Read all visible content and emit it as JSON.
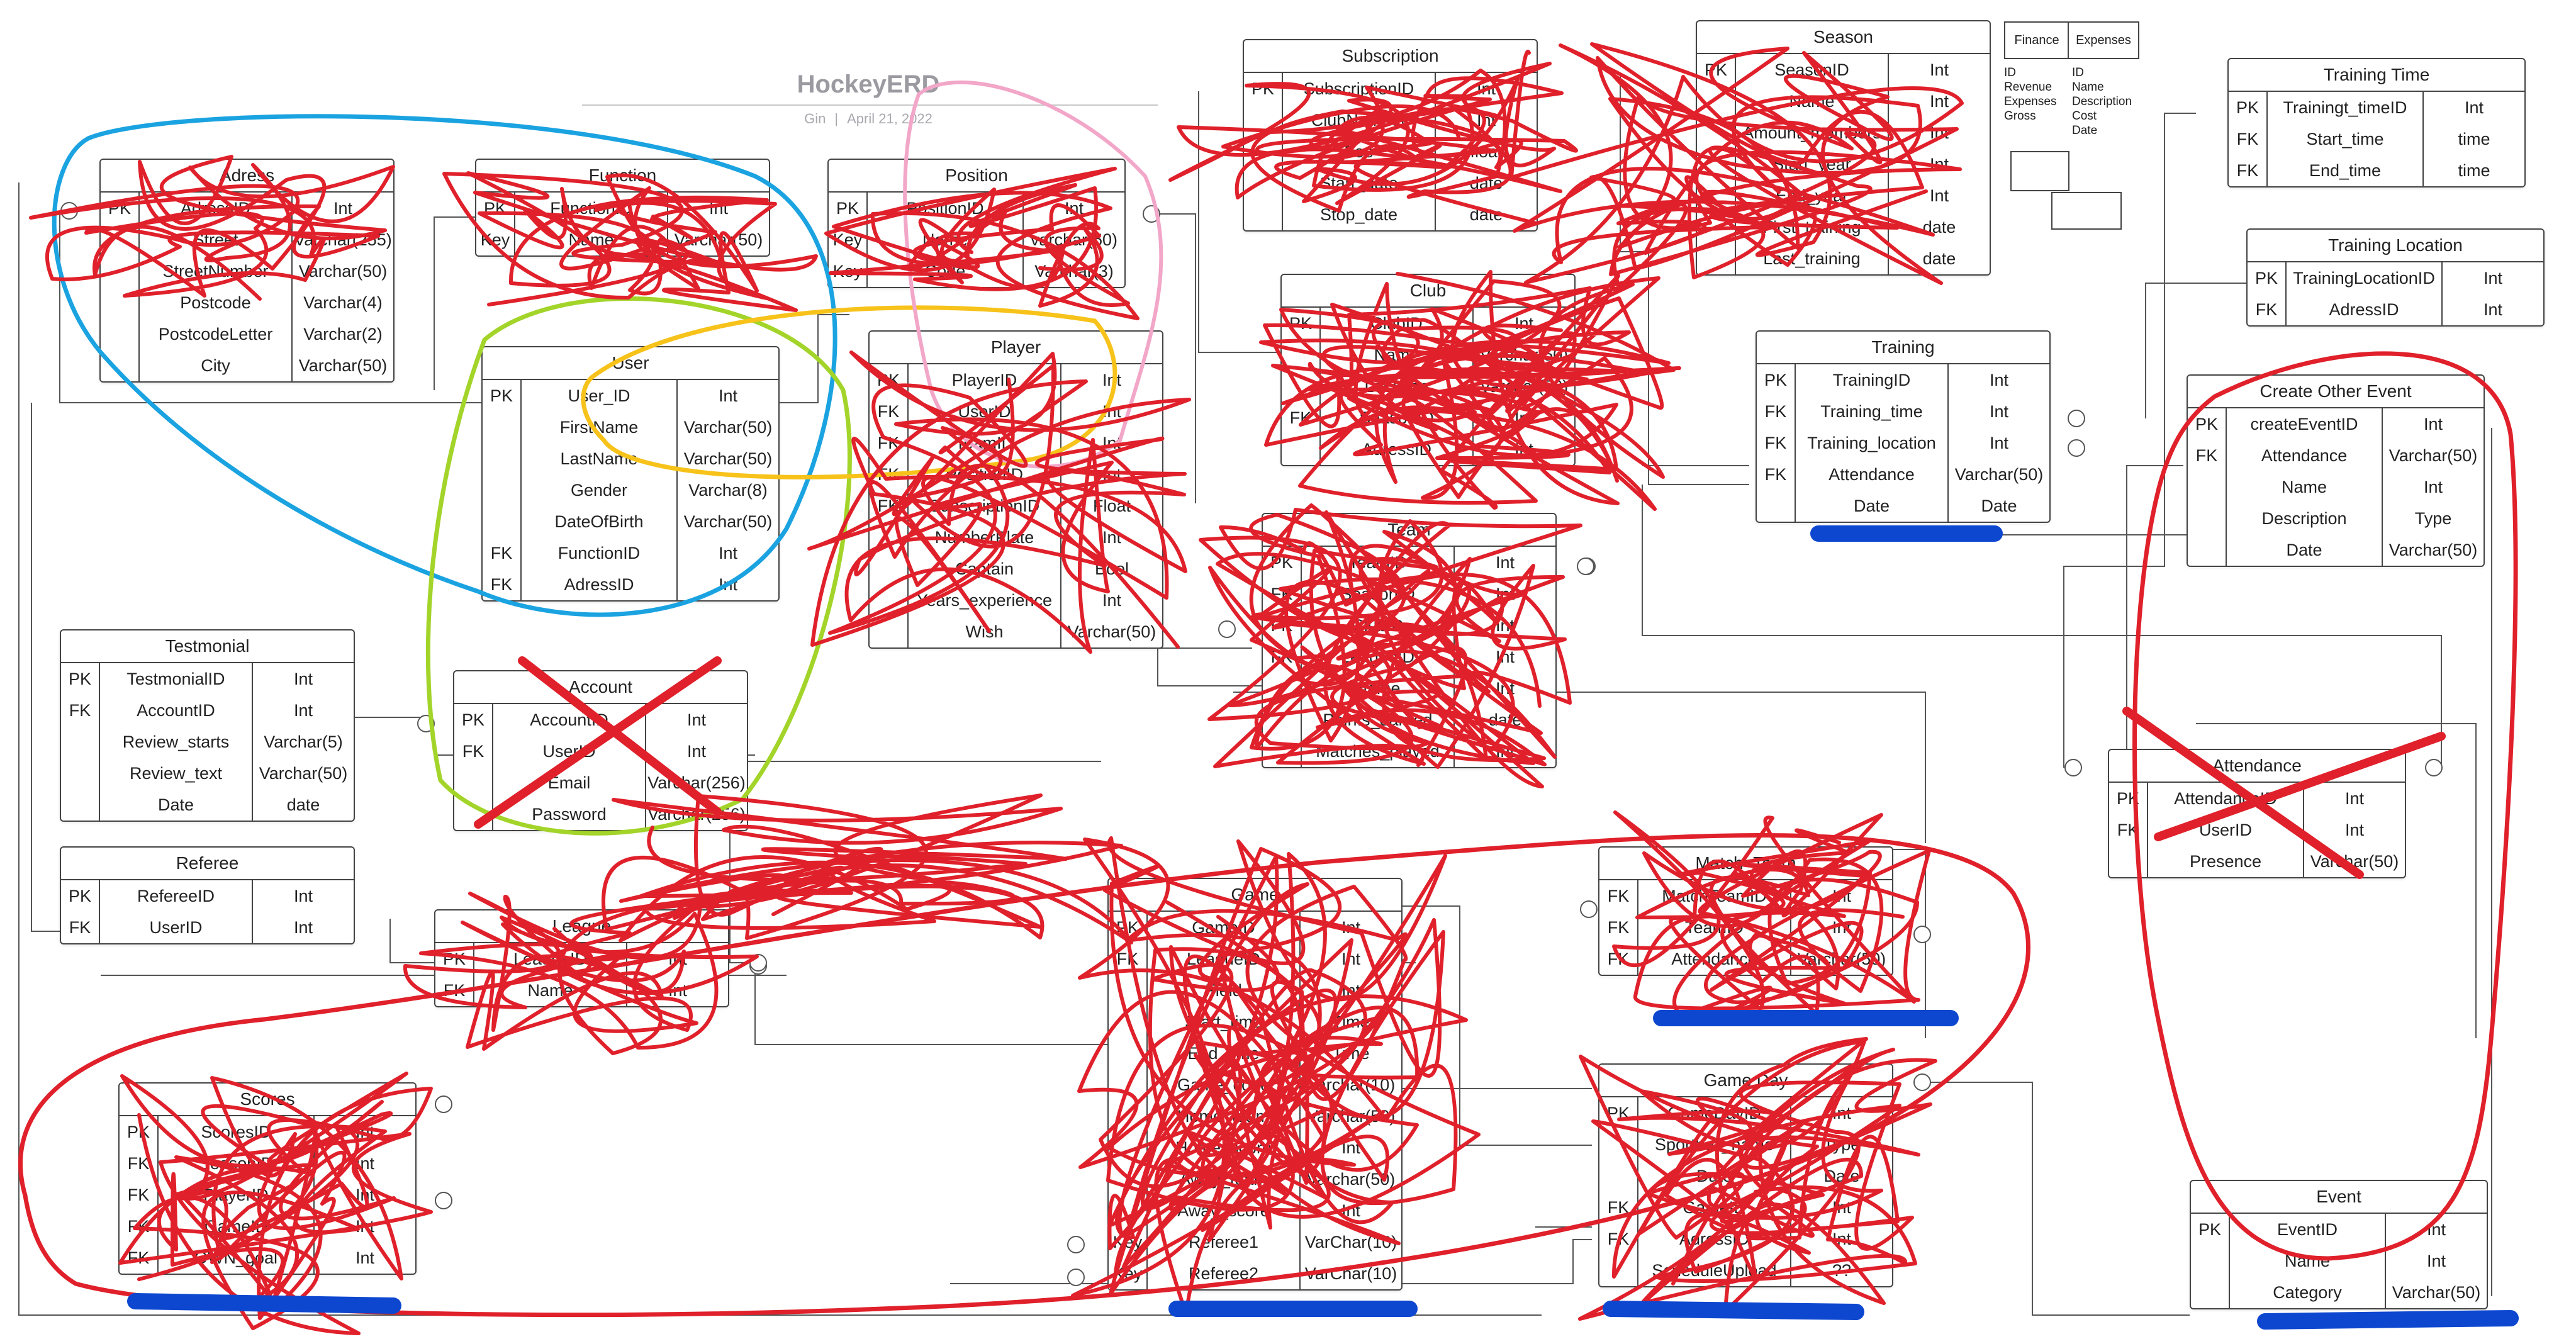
{
  "diagram": {
    "title": "HockeyERD",
    "author": "Gin",
    "date": "April 21, 2022"
  },
  "legend": {
    "boxes": [
      {
        "label": "Finance",
        "fields": [
          "ID",
          "Revenue",
          "Expenses",
          "Gross"
        ]
      },
      {
        "label": "Expenses",
        "fields": [
          "ID",
          "Name",
          "Description",
          "Cost",
          "Date"
        ]
      }
    ]
  },
  "entities": [
    {
      "id": "adress",
      "name": "Adress",
      "rows": [
        {
          "k": "PK",
          "n": "AdressID",
          "t": "Int"
        },
        {
          "k": "",
          "n": "Street",
          "t": "Varchar(255)"
        },
        {
          "k": "",
          "n": "StreetNumber",
          "t": "Varchar(50)"
        },
        {
          "k": "",
          "n": "Postcode",
          "t": "Varchar(4)"
        },
        {
          "k": "",
          "n": "PostcodeLetter",
          "t": "Varchar(2)"
        },
        {
          "k": "",
          "n": "City",
          "t": "Varchar(50)"
        }
      ]
    },
    {
      "id": "function",
      "name": "Function",
      "rows": [
        {
          "k": "PK",
          "n": "FunctionID",
          "t": "Int"
        },
        {
          "k": "Key",
          "n": "Name",
          "t": "Varchar(50)"
        }
      ]
    },
    {
      "id": "position",
      "name": "Position",
      "rows": [
        {
          "k": "PK",
          "n": "PositionID",
          "t": "Int"
        },
        {
          "k": "Key",
          "n": "Name",
          "t": "varchar(50)"
        },
        {
          "k": "Key",
          "n": "Code",
          "t": "Varchar(3)"
        }
      ]
    },
    {
      "id": "subscription",
      "name": "Subscription",
      "rows": [
        {
          "k": "PK",
          "n": "SubscriptionID",
          "t": "Int"
        },
        {
          "k": "",
          "n": "ClubNumber",
          "t": "Int"
        },
        {
          "k": "",
          "n": "Fee",
          "t": "float"
        },
        {
          "k": "",
          "n": "Start_date",
          "t": "date"
        },
        {
          "k": "",
          "n": "Stop_date",
          "t": "date"
        }
      ]
    },
    {
      "id": "season",
      "name": "Season",
      "rows": [
        {
          "k": "PK",
          "n": "SeasonID",
          "t": "Int"
        },
        {
          "k": "",
          "n": "Name",
          "t": "Int"
        },
        {
          "k": "",
          "n": "Amount_members",
          "t": "Int"
        },
        {
          "k": "",
          "n": "Start_year",
          "t": "Int"
        },
        {
          "k": "",
          "n": "End_year",
          "t": "Int"
        },
        {
          "k": "",
          "n": "First_training",
          "t": "date"
        },
        {
          "k": "",
          "n": "Last_training",
          "t": "date"
        }
      ]
    },
    {
      "id": "training_time",
      "name": "Training Time",
      "rows": [
        {
          "k": "PK",
          "n": "Trainingt_timeID",
          "t": "Int"
        },
        {
          "k": "FK",
          "n": "Start_time",
          "t": "time"
        },
        {
          "k": "FK",
          "n": "End_time",
          "t": "time"
        }
      ]
    },
    {
      "id": "training_location",
      "name": "Training Location",
      "rows": [
        {
          "k": "PK",
          "n": "TrainingLocationID",
          "t": "Int"
        },
        {
          "k": "FK",
          "n": "AdressID",
          "t": "Int"
        }
      ]
    },
    {
      "id": "user",
      "name": "User",
      "rows": [
        {
          "k": "PK",
          "n": "User_ID",
          "t": "Int"
        },
        {
          "k": "",
          "n": "FirstName",
          "t": "Varchar(50)"
        },
        {
          "k": "",
          "n": "LastName",
          "t": "Varchar(50)"
        },
        {
          "k": "",
          "n": "Gender",
          "t": "Varchar(8)"
        },
        {
          "k": "",
          "n": "DateOfBirth",
          "t": "Varchar(50)"
        },
        {
          "k": "FK",
          "n": "FunctionID",
          "t": "Int"
        },
        {
          "k": "FK",
          "n": "AdressID",
          "t": "Int"
        }
      ]
    },
    {
      "id": "player",
      "name": "Player",
      "rows": [
        {
          "k": "PK",
          "n": "PlayerID",
          "t": "Int"
        },
        {
          "k": "FK",
          "n": "UserID",
          "t": "Int"
        },
        {
          "k": "FK",
          "n": "TeamID",
          "t": "Int"
        },
        {
          "k": "FK",
          "n": "PositionID",
          "t": "Int"
        },
        {
          "k": "FK",
          "n": "SubscriptionID",
          "t": "Float"
        },
        {
          "k": "",
          "n": "NumberPlate",
          "t": "Int"
        },
        {
          "k": "",
          "n": "Captain",
          "t": "Bool"
        },
        {
          "k": "",
          "n": "Years_experience",
          "t": "Int"
        },
        {
          "k": "",
          "n": "Wish",
          "t": "Varchar(50)"
        }
      ]
    },
    {
      "id": "club",
      "name": "Club",
      "rows": [
        {
          "k": "PK",
          "n": "ClubID",
          "t": "Int"
        },
        {
          "k": "",
          "n": "Name",
          "t": "Varchar(50)"
        },
        {
          "k": "",
          "n": "Location",
          "t": "Varchar(50)"
        },
        {
          "k": "FK",
          "n": "SeasonID",
          "t": "Int"
        },
        {
          "k": "",
          "n": "AdressID",
          "t": "Int"
        }
      ]
    },
    {
      "id": "training",
      "name": "Training",
      "rows": [
        {
          "k": "PK",
          "n": "TrainingID",
          "t": "Int"
        },
        {
          "k": "FK",
          "n": "Training_time",
          "t": "Int"
        },
        {
          "k": "FK",
          "n": "Training_location",
          "t": "Int"
        },
        {
          "k": "FK",
          "n": "Attendance",
          "t": "Varchar(50)"
        },
        {
          "k": "",
          "n": "Date",
          "t": "Date"
        }
      ]
    },
    {
      "id": "create_other_event",
      "name": "Create Other Event",
      "rows": [
        {
          "k": "PK",
          "n": "createEventID",
          "t": "Int"
        },
        {
          "k": "FK",
          "n": "Attendance",
          "t": "Varchar(50)"
        },
        {
          "k": "",
          "n": "Name",
          "t": "Int"
        },
        {
          "k": "",
          "n": "Description",
          "t": "Type"
        },
        {
          "k": "",
          "n": "Date",
          "t": "Varchar(50)"
        }
      ]
    },
    {
      "id": "team",
      "name": "Team",
      "rows": [
        {
          "k": "PK",
          "n": "TeamID",
          "t": "Int"
        },
        {
          "k": "FK",
          "n": "SeasonID",
          "t": "Int"
        },
        {
          "k": "FK",
          "n": "ClubID",
          "t": "Int"
        },
        {
          "k": "FK",
          "n": "LeagueID",
          "t": "Int"
        },
        {
          "k": "",
          "n": "Name",
          "t": "Int"
        },
        {
          "k": "",
          "n": "Points_earned",
          "t": "date"
        },
        {
          "k": "",
          "n": "Matches_played",
          "t": "Int"
        }
      ]
    },
    {
      "id": "testmonial",
      "name": "Testmonial",
      "rows": [
        {
          "k": "PK",
          "n": "TestmonialID",
          "t": "Int"
        },
        {
          "k": "FK",
          "n": "AccountID",
          "t": "Int"
        },
        {
          "k": "",
          "n": "Review_starts",
          "t": "Varchar(5)"
        },
        {
          "k": "",
          "n": "Review_text",
          "t": "Varchar(50)"
        },
        {
          "k": "",
          "n": "Date",
          "t": "date"
        }
      ]
    },
    {
      "id": "account",
      "name": "Account",
      "rows": [
        {
          "k": "PK",
          "n": "AccountID",
          "t": "Int"
        },
        {
          "k": "FK",
          "n": "UserID",
          "t": "Int"
        },
        {
          "k": "",
          "n": "Email",
          "t": "Varchar(256)"
        },
        {
          "k": "",
          "n": "Password",
          "t": "Varchar(256)"
        }
      ]
    },
    {
      "id": "attendance",
      "name": "Attendance",
      "rows": [
        {
          "k": "PK",
          "n": "AttendanceID",
          "t": "Int"
        },
        {
          "k": "FK",
          "n": "UserID",
          "t": "Int"
        },
        {
          "k": "",
          "n": "Presence",
          "t": "Varchar(50)"
        }
      ]
    },
    {
      "id": "referee",
      "name": "Referee",
      "rows": [
        {
          "k": "PK",
          "n": "RefereeID",
          "t": "Int"
        },
        {
          "k": "FK",
          "n": "UserID",
          "t": "Int"
        }
      ]
    },
    {
      "id": "league",
      "name": "League",
      "rows": [
        {
          "k": "PK",
          "n": "LeagueID",
          "t": "Int"
        },
        {
          "k": "FK",
          "n": "Name",
          "t": "Int"
        }
      ]
    },
    {
      "id": "game",
      "name": "Game",
      "rows": [
        {
          "k": "PK",
          "n": "GameID",
          "t": "Int"
        },
        {
          "k": "FK",
          "n": "LeagueID",
          "t": "Int"
        },
        {
          "k": "",
          "n": "Field",
          "t": "Int"
        },
        {
          "k": "",
          "n": "Start_time",
          "t": "Time"
        },
        {
          "k": "",
          "n": "End_time",
          "t": "Time"
        },
        {
          "k": "",
          "n": "Game_code",
          "t": "Varchar(10)"
        },
        {
          "k": "",
          "n": "Home_team",
          "t": "Varchar(50)"
        },
        {
          "k": "",
          "n": "Home_score",
          "t": "Int"
        },
        {
          "k": "",
          "n": "Away_team",
          "t": "Varchar(50)"
        },
        {
          "k": "",
          "n": "Away_score",
          "t": "Int"
        },
        {
          "k": "Key",
          "n": "Referee1",
          "t": "VarChar(10)"
        },
        {
          "k": "Key",
          "n": "Referee2",
          "t": "VarChar(10)"
        }
      ]
    },
    {
      "id": "match_team",
      "name": "Match_Team",
      "rows": [
        {
          "k": "FK",
          "n": "MatchTeamID",
          "t": "Int"
        },
        {
          "k": "FK",
          "n": "TeamID",
          "t": "Int"
        },
        {
          "k": "FK",
          "n": "Attendance",
          "t": "Varchar(50)"
        }
      ]
    },
    {
      "id": "game_day",
      "name": "Game Day",
      "rows": [
        {
          "k": "PK",
          "n": "GameDayID",
          "t": "Int"
        },
        {
          "k": "",
          "n": "Sporthall_name",
          "t": "Type"
        },
        {
          "k": "",
          "n": "Date",
          "t": "Date"
        },
        {
          "k": "FK",
          "n": "GameID",
          "t": "Int"
        },
        {
          "k": "FK",
          "n": "AdressID",
          "t": "Int"
        },
        {
          "k": "",
          "n": "ScheduleUpload",
          "t": "??"
        }
      ]
    },
    {
      "id": "scores",
      "name": "Scores",
      "rows": [
        {
          "k": "PK",
          "n": "ScoresID",
          "t": "Int"
        },
        {
          "k": "FK",
          "n": "SeasonID",
          "t": "Int"
        },
        {
          "k": "FK",
          "n": "PlayerID",
          "t": "Int"
        },
        {
          "k": "FK",
          "n": "GameID",
          "t": "Int"
        },
        {
          "k": "FK",
          "n": "OWN_goal",
          "t": "Int"
        }
      ]
    },
    {
      "id": "event",
      "name": "Event",
      "rows": [
        {
          "k": "PK",
          "n": "EventID",
          "t": "Int"
        },
        {
          "k": "",
          "n": "Name",
          "t": "Int"
        },
        {
          "k": "",
          "n": "Category",
          "t": "Varchar(50)"
        }
      ]
    }
  ]
}
